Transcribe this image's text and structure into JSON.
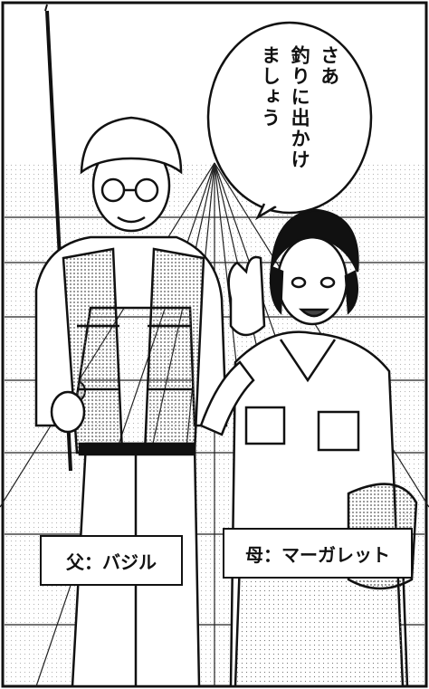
{
  "speech_bubble": {
    "lines": [
      "さあ",
      "釣りに出かけ",
      "ましょう"
    ]
  },
  "captions": {
    "father": "父：バジル",
    "mother": "母：マーガレット"
  },
  "colors": {
    "ink": "#111111",
    "paper": "#ffffff",
    "tone": "#bdbdbd"
  }
}
